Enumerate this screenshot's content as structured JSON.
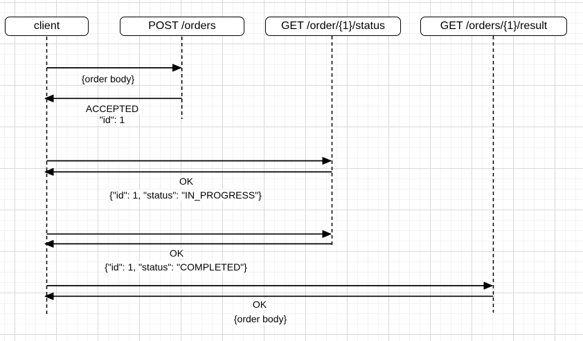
{
  "diagram": {
    "kind": "sequence-diagram",
    "colors": {
      "stroke": "#000000",
      "shape_fill": "#ffffff",
      "grid_minor": "#f3f3f3",
      "grid_major": "#d8d8d8",
      "text": "#000000"
    },
    "actors": [
      {
        "label": "client"
      },
      {
        "label": "POST /orders"
      },
      {
        "label": "GET /order/{1}/status"
      },
      {
        "label": "GET /orders/{1}/result"
      }
    ],
    "messages": [
      {
        "from": "client",
        "to": "POST /orders",
        "direction": "request",
        "lines": [
          "{order body}"
        ]
      },
      {
        "from": "POST /orders",
        "to": "client",
        "direction": "response",
        "lines": [
          "ACCEPTED",
          "\"id\": 1"
        ]
      },
      {
        "from": "client",
        "to": "GET /order/{1}/status",
        "direction": "request",
        "lines": []
      },
      {
        "from": "GET /order/{1}/status",
        "to": "client",
        "direction": "response",
        "lines": [
          "OK",
          "{\"id\": 1, \"status\": \"IN_PROGRESS\"}"
        ]
      },
      {
        "from": "client",
        "to": "GET /order/{1}/status",
        "direction": "request",
        "lines": []
      },
      {
        "from": "GET /order/{1}/status",
        "to": "client",
        "direction": "response",
        "lines": [
          "OK",
          "{\"id\": 1, \"status\": \"COMPLETED\"}"
        ]
      },
      {
        "from": "client",
        "to": "GET /orders/{1}/result",
        "direction": "request",
        "lines": []
      },
      {
        "from": "GET /orders/{1}/result",
        "to": "client",
        "direction": "response",
        "lines": [
          "OK",
          "{order body}"
        ]
      }
    ]
  }
}
